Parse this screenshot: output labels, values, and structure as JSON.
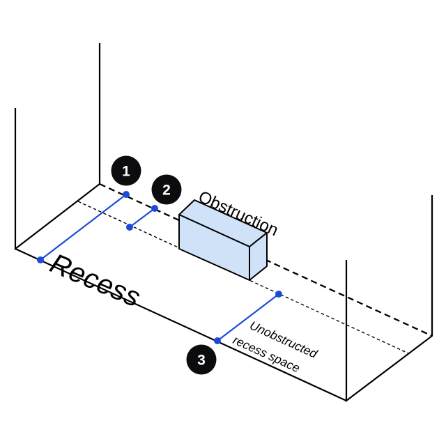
{
  "figure": {
    "labels": {
      "recess": "Recess",
      "obstruction": "Obstruction",
      "unobstructed_line1": "Unobstructed",
      "unobstructed_line2": "recess space"
    },
    "markers": [
      {
        "number": "1"
      },
      {
        "number": "2"
      },
      {
        "number": "3"
      }
    ],
    "colors": {
      "measurement_blue": "#1b4bd6",
      "marker_circle": "#0c0c0e",
      "marker_number": "#ffffff",
      "obstruction_fill": "#d0e2f8",
      "line_black": "#000000",
      "background": "#ffffff"
    }
  }
}
